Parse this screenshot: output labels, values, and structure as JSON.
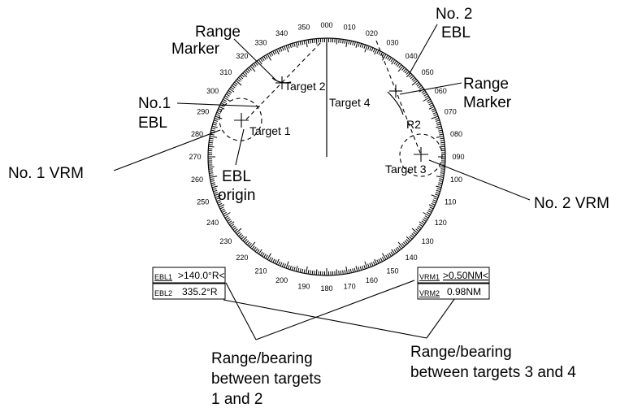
{
  "callouts": {
    "range_marker_left_line1": "Range",
    "range_marker_left_line2": "Marker",
    "ebl2_line1": "No. 2",
    "ebl2_line2": "EBL",
    "range_marker_right_line1": "Range",
    "range_marker_right_line2": "Marker",
    "ebl1_line1": "No.1",
    "ebl1_line2": "EBL",
    "vrm1": "No. 1 VRM",
    "vrm2": "No. 2 VRM",
    "ebl_origin_line1": "EBL",
    "ebl_origin_line2": "origin",
    "targets_1_2_line1": "Range/bearing",
    "targets_1_2_line2": "between targets",
    "targets_1_2_line3": "1 and 2",
    "targets_3_4_line1": "Range/bearing",
    "targets_3_4_line2": "between targets 3 and 4"
  },
  "targets": {
    "t1": "Target 1",
    "t2": "Target 2",
    "t3": "Target 3",
    "t4": "Target 4",
    "r2": "R2"
  },
  "bearing_scale": {
    "labels": [
      "000",
      "010",
      "020",
      "030",
      "040",
      "050",
      "060",
      "070",
      "080",
      "090",
      "100",
      "110",
      "120",
      "130",
      "140",
      "150",
      "160",
      "170",
      "180",
      "190",
      "200",
      "210",
      "220",
      "230",
      "240",
      "250",
      "260",
      "270",
      "280",
      "290",
      "300",
      "310",
      "320",
      "330",
      "340",
      "350"
    ]
  },
  "readouts": {
    "ebl1_label": "EBL1",
    "ebl1_value": ">140.0°R<",
    "ebl2_label": "EBL2",
    "ebl2_value": "335.2°R",
    "vrm1_label": "VRM1",
    "vrm1_value": ">0.50NM<",
    "vrm2_label": "VRM2",
    "vrm2_value": "0.98NM"
  }
}
